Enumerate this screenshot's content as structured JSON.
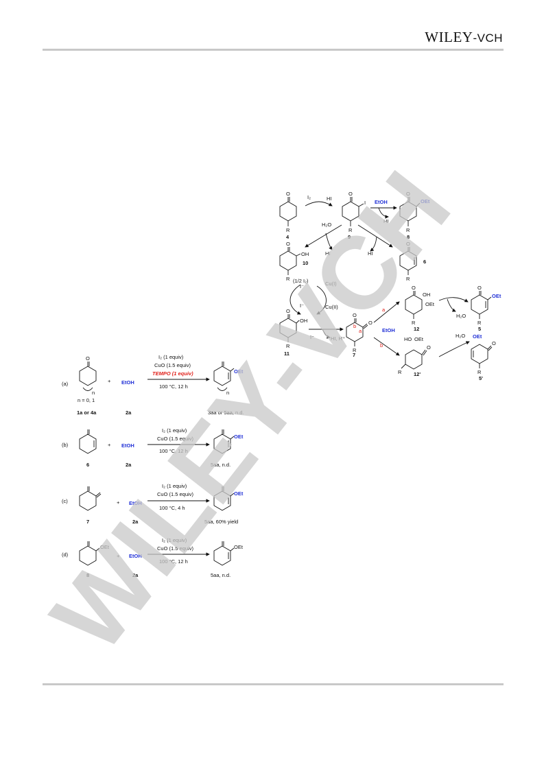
{
  "header": {
    "brand_main": "WILEY",
    "brand_suffix": "-VCH"
  },
  "watermark": "WILEY-VCH",
  "mechanism": {
    "compounds": [
      "4",
      "9",
      "8",
      "10",
      "6",
      "11",
      "7",
      "12",
      "5",
      "12'",
      "5'"
    ],
    "reagents": {
      "i2": "I₂",
      "hi": "HI",
      "etoh": "EtOH",
      "h2o": "H₂O",
      "half_i2": "(1/2 I₂)",
      "iodide": "I⁻",
      "cu1": "Cu(I)",
      "cu2": "Cu(II)",
      "hi_h": "HI, H⁺",
      "path_a": "a",
      "path_b": "b"
    },
    "substituents": {
      "r": "R",
      "oh": "OH",
      "oet": "OEt",
      "o": "O",
      "ho": "HO",
      "i": "I"
    }
  },
  "control": [
    {
      "label": "(a)",
      "substrate": "1a or 4a",
      "substrate_note": "n = 0, 1",
      "reagent": "EtOH",
      "reagent_id": "2a",
      "conditions": [
        "I₂ (1 equiv)",
        "CuO (1.5 equiv)",
        "TEMPO (1 equiv)",
        "100 °C, 12 h"
      ],
      "product": "3aa or 5aa, n.d."
    },
    {
      "label": "(b)",
      "substrate": "6",
      "reagent": "EtOH",
      "reagent_id": "2a",
      "conditions": [
        "I₂ (1 equiv)",
        "CuO (1.5 equiv)",
        "100 °C, 12 h"
      ],
      "product": "5aa, n.d."
    },
    {
      "label": "(c)",
      "substrate": "7",
      "reagent": "EtOH",
      "reagent_id": "2a",
      "conditions": [
        "I₂ (1 equiv)",
        "CuO (1.5 equiv)",
        "100 °C, 4 h"
      ],
      "product": "5aa, 60% yield"
    },
    {
      "label": "(d)",
      "substrate": "8",
      "reagent": "EtOH",
      "reagent_id": "2a",
      "conditions": [
        "I₂ (1 equiv)",
        "CuO (1.5 equiv)",
        "100 °C, 12 h"
      ],
      "product": "5aa, n.d."
    }
  ],
  "plus": "+"
}
